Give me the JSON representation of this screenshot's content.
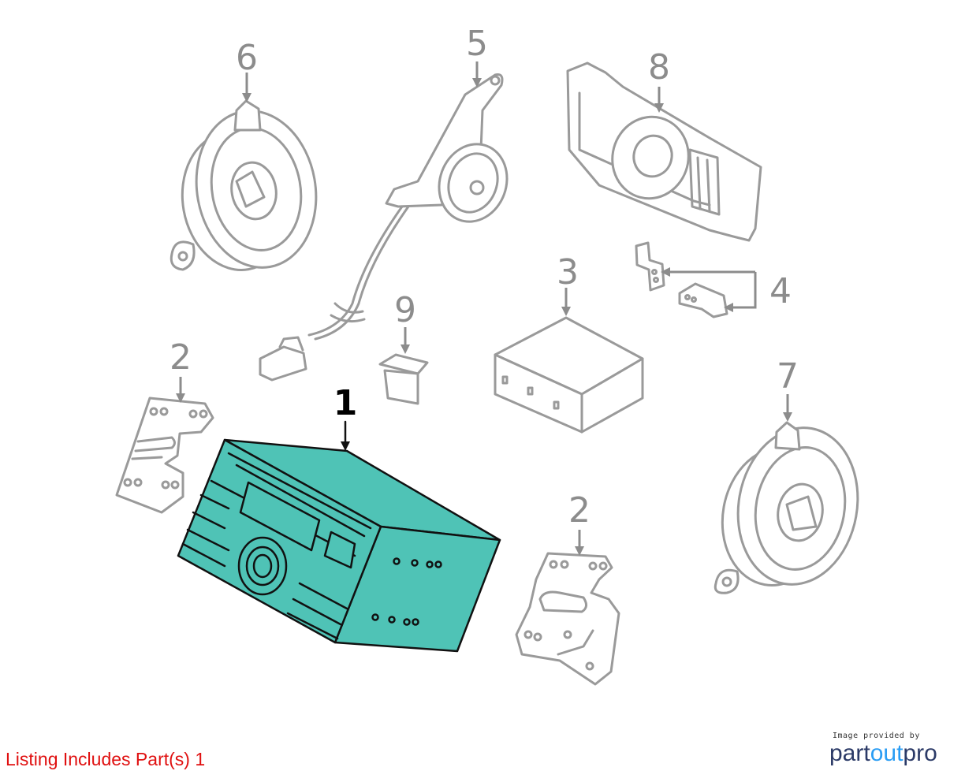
{
  "callouts": [
    {
      "id": "1",
      "label": "1"
    },
    {
      "id": "2a",
      "label": "2"
    },
    {
      "id": "2b",
      "label": "2"
    },
    {
      "id": "3",
      "label": "3"
    },
    {
      "id": "4",
      "label": "4"
    },
    {
      "id": "5",
      "label": "5"
    },
    {
      "id": "6",
      "label": "6"
    },
    {
      "id": "7",
      "label": "7"
    },
    {
      "id": "8",
      "label": "8"
    },
    {
      "id": "9",
      "label": "9"
    }
  ],
  "highlighted_part": "1",
  "colors": {
    "highlight": "#4fc3b6",
    "line": "#9a9a9a",
    "listing": "#e01010"
  },
  "listing_text": "Listing Includes Part(s) 1",
  "credit": {
    "top": "Image provided by",
    "brand_a": "part",
    "brand_b": "out",
    "brand_c": "pro"
  }
}
